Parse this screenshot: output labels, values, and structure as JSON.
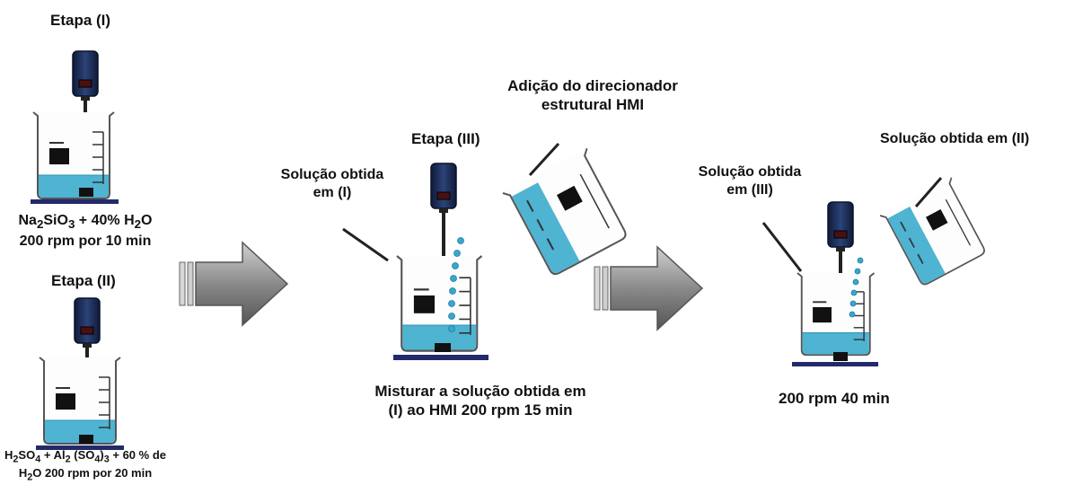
{
  "colors": {
    "liquid": "#4fb3d2",
    "droplet": "#3aa6cc",
    "stirrer_body": "#1c2f5a",
    "base_plate": "#232a6b",
    "arrow": "#8a8a8a"
  },
  "stage1": {
    "title": "Etapa (I)",
    "recipe_line1_parts": [
      "Na",
      "2",
      "SiO",
      "3",
      " + 40% H",
      "2",
      "O"
    ],
    "recipe_line2": "200 rpm por 10 min"
  },
  "stage2": {
    "title": "Etapa (II)",
    "recipe_line1_parts": [
      "H",
      "2",
      "SO",
      "4",
      " + Al",
      "2",
      " (SO",
      "4",
      ")",
      "3",
      " + 60 % de"
    ],
    "recipe_line2_parts": [
      "H",
      "2",
      "O 200 rpm por 20 min"
    ]
  },
  "stage3": {
    "title": "Etapa (III)",
    "label_solution_line1": "Solução obtida",
    "label_solution_line2": "em (I)",
    "label_addition_line1": "Adição do direcionador",
    "label_addition_line2": "estrutural HMI",
    "caption_line1": "Misturar a solução obtida em",
    "caption_line2": "(I) ao HMI 200 rpm 15 min"
  },
  "stage4": {
    "label_solution_line1": "Solução obtida",
    "label_solution_line2": "em (III)",
    "label_pour": "Solução obtida em (II)",
    "caption": "200 rpm 40 min"
  },
  "icons": {
    "stirrer": "magnetic-stirrer-icon",
    "beaker": "beaker-icon",
    "arrow": "process-arrow-icon"
  }
}
